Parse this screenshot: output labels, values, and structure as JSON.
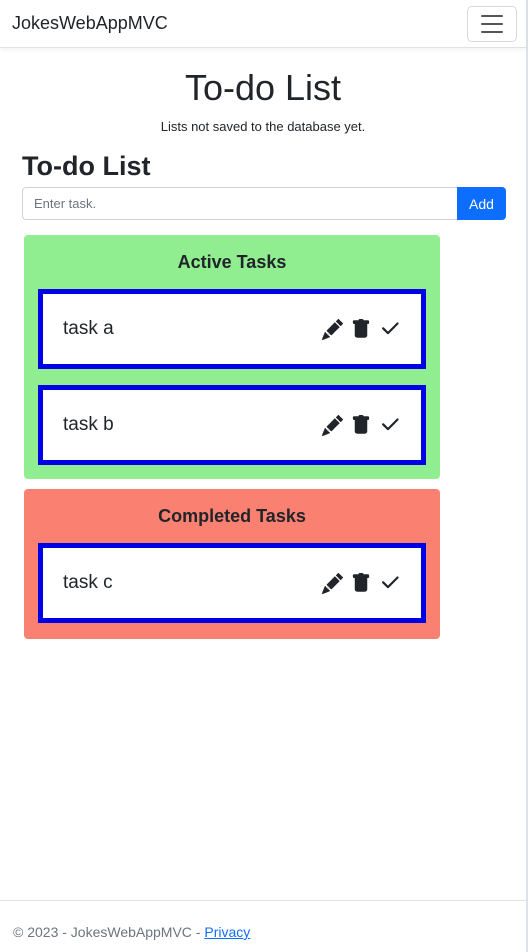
{
  "navbar": {
    "brand": "JokesWebAppMVC"
  },
  "header": {
    "title": "To-do List",
    "subtitle": "Lists not saved to the database yet."
  },
  "todo": {
    "title": "To-do List",
    "input_placeholder": "Enter task.",
    "input_value": "",
    "add_label": "Add"
  },
  "active": {
    "title": "Active Tasks",
    "tasks": [
      {
        "label": "task a"
      },
      {
        "label": "task b"
      }
    ]
  },
  "completed": {
    "title": "Completed Tasks",
    "tasks": [
      {
        "label": "task c"
      }
    ]
  },
  "footer": {
    "copyright": "© 2023 - JokesWebAppMVC - ",
    "privacy_label": "Privacy"
  },
  "colors": {
    "active_panel": "#90ee90",
    "completed_panel": "#fa8072",
    "task_border": "#0000e6",
    "primary": "#0d6efd"
  },
  "icons": {
    "edit": "pencil-icon",
    "delete": "trash-icon",
    "complete": "check-icon"
  }
}
